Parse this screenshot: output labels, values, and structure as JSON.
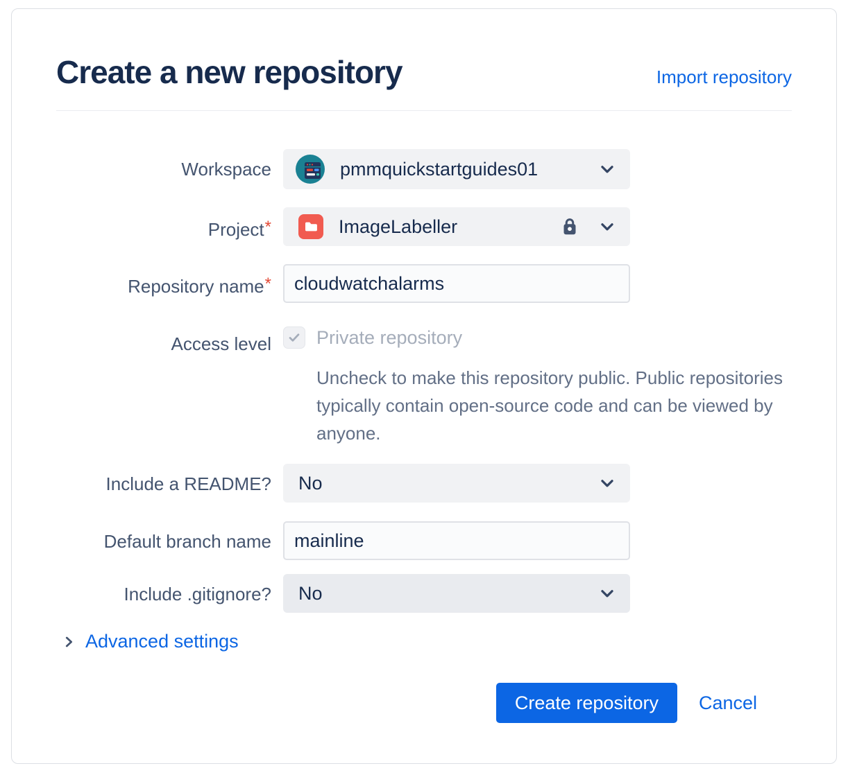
{
  "dialog": {
    "title": "Create a new repository",
    "import_link": "Import repository"
  },
  "form": {
    "workspace": {
      "label": "Workspace",
      "value": "pmmquickstartguides01"
    },
    "project": {
      "label": "Project",
      "required_mark": "*",
      "value": "ImageLabeller",
      "locked": true
    },
    "repository_name": {
      "label": "Repository name",
      "required_mark": "*",
      "value": "cloudwatchalarms"
    },
    "access_level": {
      "label": "Access level",
      "checkbox_label": "Private repository",
      "checked": true,
      "help_text": "Uncheck to make this repository public. Public repositories typically contain open-source code and can be viewed by anyone."
    },
    "include_readme": {
      "label": "Include a README?",
      "value": "No"
    },
    "default_branch": {
      "label": "Default branch name",
      "value": "mainline"
    },
    "include_gitignore": {
      "label": "Include .gitignore?",
      "value": "No"
    },
    "advanced_settings": {
      "label": "Advanced settings"
    }
  },
  "footer": {
    "create_label": "Create repository",
    "cancel_label": "Cancel"
  },
  "icons": {
    "workspace_avatar": "teal-workspace-avatar",
    "project_avatar": "red-folder-icon",
    "lock": "lock-icon",
    "chevron_down": "chevron-down-icon",
    "chevron_right": "chevron-right-icon",
    "checkmark": "check-icon"
  },
  "colors": {
    "title_text": "#172B4D",
    "label_text": "#44546F",
    "link_blue": "#0C66E4",
    "primary_button": "#0C66E4",
    "required_red": "#E34935",
    "disabled_text": "#A5ADBA",
    "help_text": "#626F86",
    "select_bg": "#F1F2F4",
    "input_bg": "#FAFBFC",
    "input_border": "#DFE1E6",
    "workspace_avatar_teal": "#1A8193",
    "project_avatar_red": "#F15B50",
    "icon_slate": "#44546F"
  }
}
